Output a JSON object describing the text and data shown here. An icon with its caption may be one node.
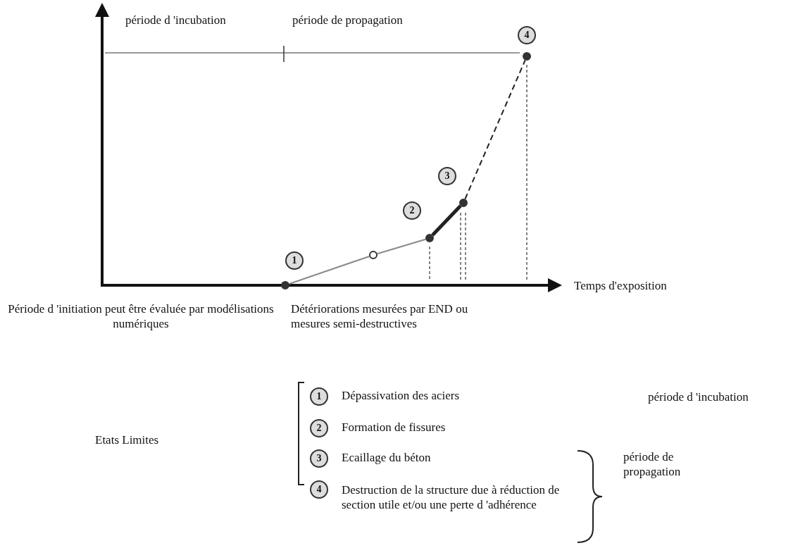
{
  "diagram": {
    "nodes": [
      {
        "text": [],
        "shape": "circle"
      },
      {
        "text": [],
        "shape": "circle"
      },
      {
        "text": [],
        "shape": "circle"
      },
      {
        "text": [],
        "shape": "circle"
      },
      {
        "text": [],
        "shape": "circle"
      }
    ],
    "edges": [
      {
        "from": 0,
        "to": 1,
        "arrow": "none",
        "color": "#8a8a8a"
      },
      {
        "from": 1,
        "to": 2,
        "arrow": "none",
        "color": "#8a8a8a"
      },
      {
        "from": 2,
        "to": 3,
        "arrow": "none",
        "style": "thick",
        "color": "#222222"
      },
      {
        "from": 3,
        "to": 4,
        "arrow": "none",
        "style": "dashed",
        "color": "#222222"
      }
    ],
    "labels": [
      "période d 'incubation",
      "période de propagation",
      "4",
      "3",
      "2",
      "1",
      "Temps d'exposition",
      "Période d 'initiation peut être évaluée par modélisations numériques",
      "Détériorations mesurées par END ou mesures semi-destructives",
      "Etats Limites",
      "1",
      "Dépassivation des aciers",
      "2",
      "Formation de fissures",
      "3",
      "Ecaillage du béton",
      "4",
      "Destruction de la structure due à réduction de section utile et/ou une perte d 'adhérence",
      "période d 'incubation",
      "période de propagation"
    ]
  }
}
